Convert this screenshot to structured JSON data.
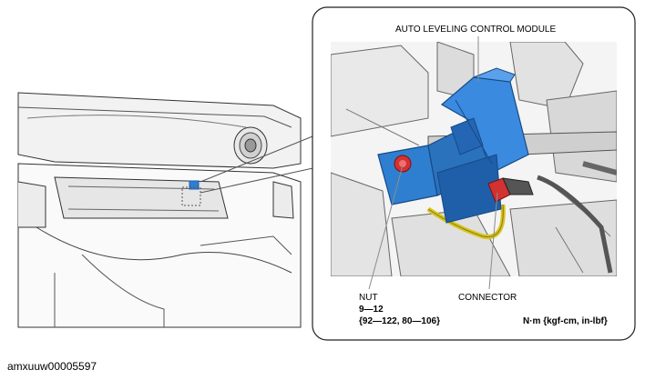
{
  "callouts": {
    "module": "AUTO LEVELING CONTROL MODULE",
    "nut": "NUT",
    "torque_nm": "9—12",
    "torque_other": "{92—122, 80—106}",
    "connector": "CONNECTOR",
    "units": "N·m {kgf-cm, in-lbf}"
  },
  "figure_id": "amxuuw00005597",
  "colors": {
    "module_blue": "#2f7fd0",
    "module_blue_dark": "#1f5ea8",
    "connector_red": "#d23232",
    "wire_yellow": "#d8c41e",
    "line_gray": "#8c8c8c"
  }
}
